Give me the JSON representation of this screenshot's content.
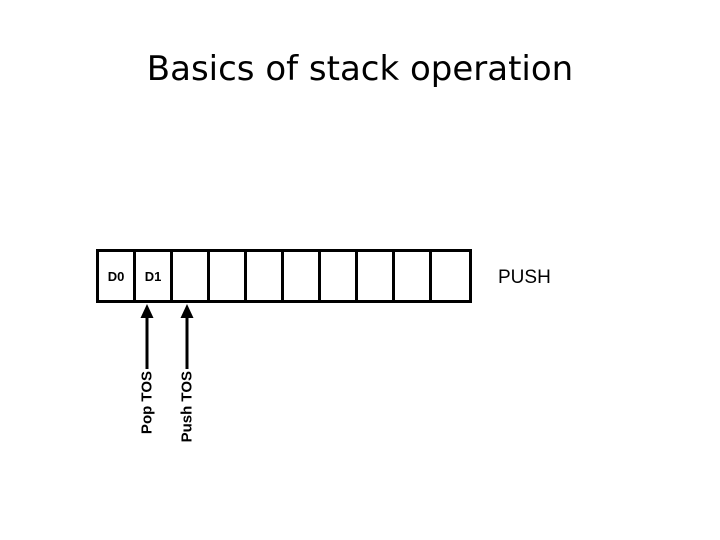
{
  "slide": {
    "title": "Basics of stack operation",
    "background_color": "#ffffff",
    "ink_color": "#000000"
  },
  "stack": {
    "name": "stack-cells",
    "cell_count": 10,
    "cells": [
      {
        "index": 0,
        "label": "D0",
        "filled": true
      },
      {
        "index": 1,
        "label": "D1",
        "filled": true
      },
      {
        "index": 2,
        "label": "",
        "filled": false
      },
      {
        "index": 3,
        "label": "",
        "filled": false
      },
      {
        "index": 4,
        "label": "",
        "filled": false
      },
      {
        "index": 5,
        "label": "",
        "filled": false
      },
      {
        "index": 6,
        "label": "",
        "filled": false
      },
      {
        "index": 7,
        "label": "",
        "filled": false
      },
      {
        "index": 8,
        "label": "",
        "filled": false
      },
      {
        "index": 9,
        "label": "",
        "filled": false
      }
    ]
  },
  "pointers": [
    {
      "id": "pop-tos",
      "label": "Pop TOS",
      "points_to_cell": 1
    },
    {
      "id": "push-tos",
      "label": "Push TOS",
      "points_to_cell": 2
    }
  ],
  "caption": {
    "push_label": "PUSH"
  }
}
